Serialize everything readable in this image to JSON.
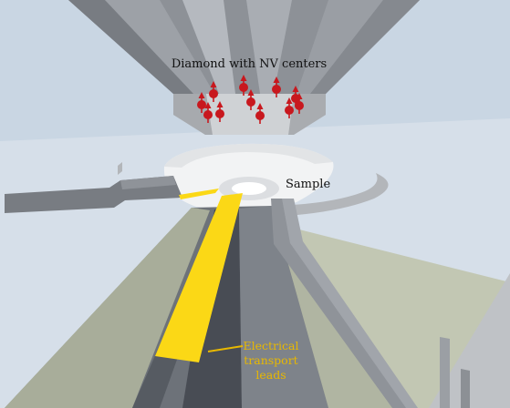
{
  "labels": {
    "diamond": "Diamond with NV centers",
    "sample": "Sample",
    "leads": [
      "Electrical",
      "transport",
      "leads"
    ]
  },
  "colors": {
    "background": "#c9d6e3",
    "nv_center": "#c8181e",
    "leads": "#fbd816",
    "leads_label": "#e8b800"
  },
  "nv_center_count": 11
}
